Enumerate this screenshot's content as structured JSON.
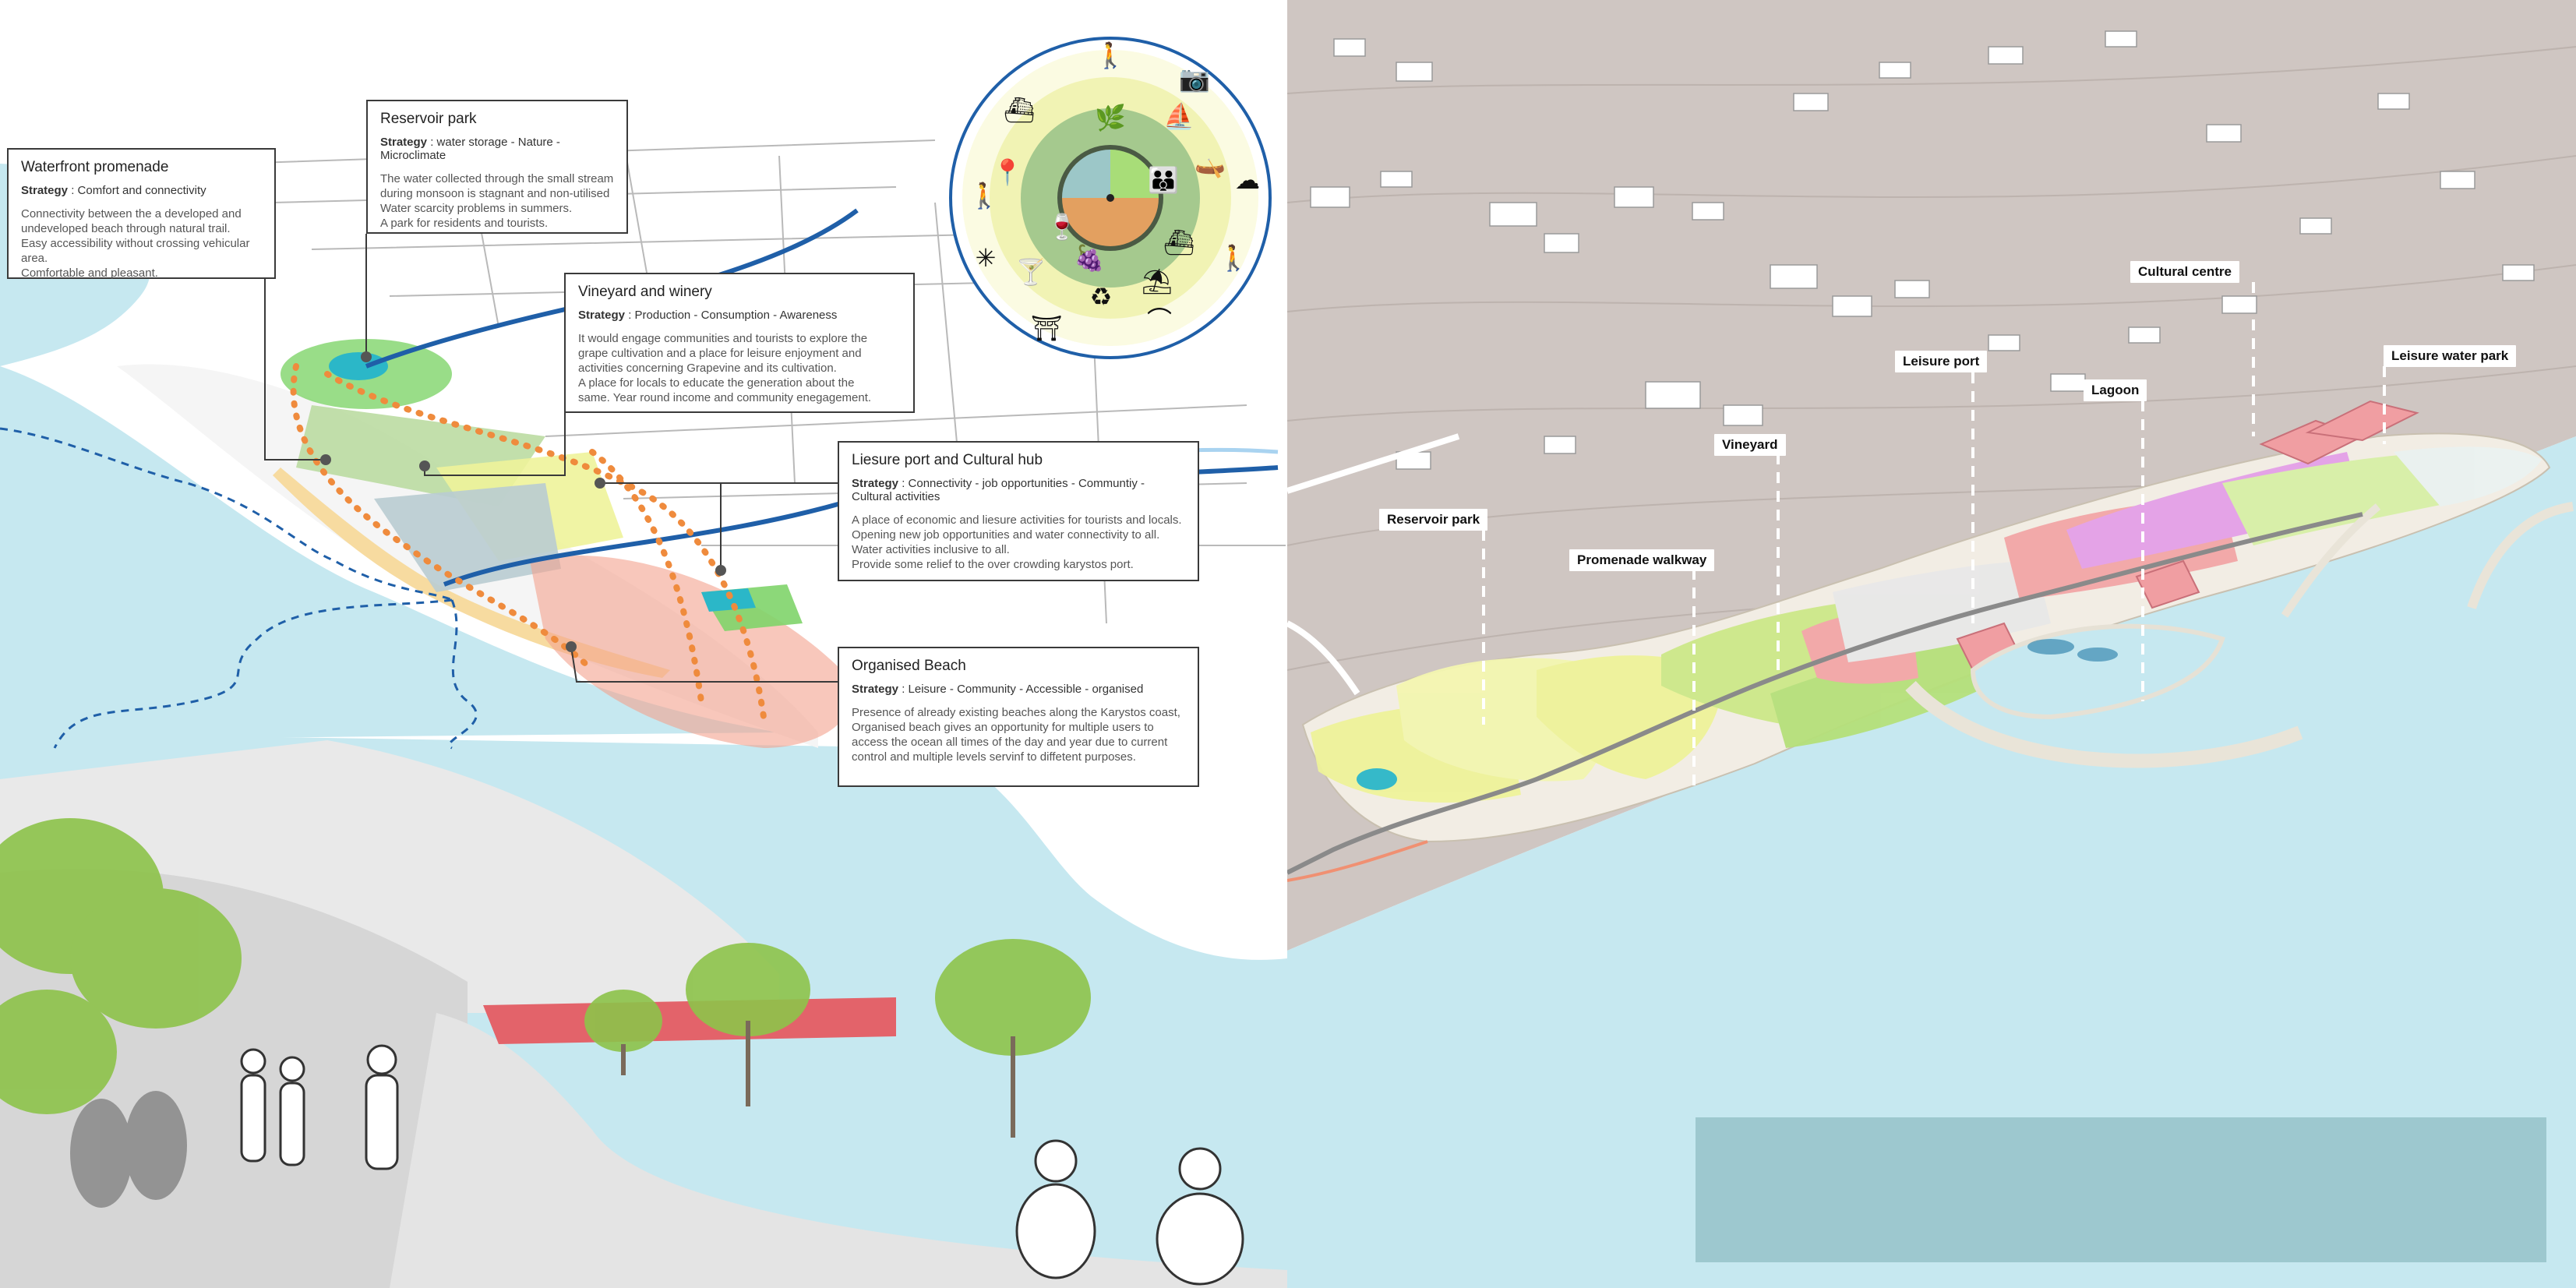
{
  "callouts": {
    "waterfront": {
      "title": "Waterfront promenade",
      "strategy_label": "Strategy",
      "strategy_value": ": Comfort and connectivity",
      "description": "Connectivity between the a developed and\nundeveloped beach through natural trail.\nEasy accessibility without crossing vehicular area.\nComfortable and pleasant."
    },
    "reservoir": {
      "title": "Reservoir park",
      "strategy_label": "Strategy",
      "strategy_value": ": water storage - Nature -\nMicroclimate",
      "description": "The water collected through the small stream\nduring monsoon is stagnant and non-utilised\nWater scarcity problems in summers.\nA park for residents and tourists."
    },
    "vineyard": {
      "title": "Vineyard and winery",
      "strategy_label": "Strategy",
      "strategy_value": ": Production - Consumption - Awareness",
      "description": "It would engage communities and tourists to explore the\ngrape cultivation and a place for leisure enjoyment and\nactivities concerning Grapevine and its cultivation.\nA place for locals to educate the generation about the\nsame. Year round income and community enegagement."
    },
    "leisure_port": {
      "title": "Liesure port and Cultural hub",
      "strategy_label": "Strategy",
      "strategy_value": ": Connectivity - job opportunities - Communtiy -\nCultural activities",
      "description": "A place of economic and liesure activities for tourists and locals.\nOpening new job opportunities and water connectivity to all.\nWater activities inclusive to all.\nProvide some relief to the over crowding karystos port."
    },
    "beach": {
      "title": "Organised Beach",
      "strategy_label": "Strategy",
      "strategy_value": ": Leisure - Community - Accessible - organised",
      "description": "Presence of already existing beaches along the Karystos coast,\nOrganised beach gives an opportunity for multiple users to\naccess the ocean all times of the day and year due to current\ncontrol and multiple levels servinf to diffetent purposes."
    }
  },
  "map_labels": {
    "reservoir_park": "Reservoir park",
    "promenade_walkway": "Promenade walkway",
    "vineyard": "Vineyard",
    "leisure_port": "Leisure port",
    "lagoon": "Lagoon",
    "cultural_centre": "Cultural centre",
    "leisure_water_park": "Leisure water park"
  },
  "colors": {
    "sea": "#c6e8f0",
    "terrain": "#cfc6c2",
    "river": "#1f5fa8",
    "trail": "#ef8b3d",
    "reservoir_green": "#7fd46a",
    "vineyard_yellow": "#eef39a",
    "port_pink": "#f4a18e",
    "lagoon_teal": "#2bb7c8",
    "legend_box": "#8fbec4"
  },
  "icons": [
    "hiking-icon",
    "camera-icon",
    "boat-icon",
    "kayak-icon",
    "cloud-icon",
    "hiker-icon",
    "bridge-icon",
    "bench-icon",
    "network-icon",
    "cocktail-icon",
    "wine-glass-icon",
    "grapes-icon",
    "recycle-icon",
    "gate-icon",
    "location-pin-icon",
    "ferry-icon",
    "family-icon",
    "leaf-icon"
  ]
}
